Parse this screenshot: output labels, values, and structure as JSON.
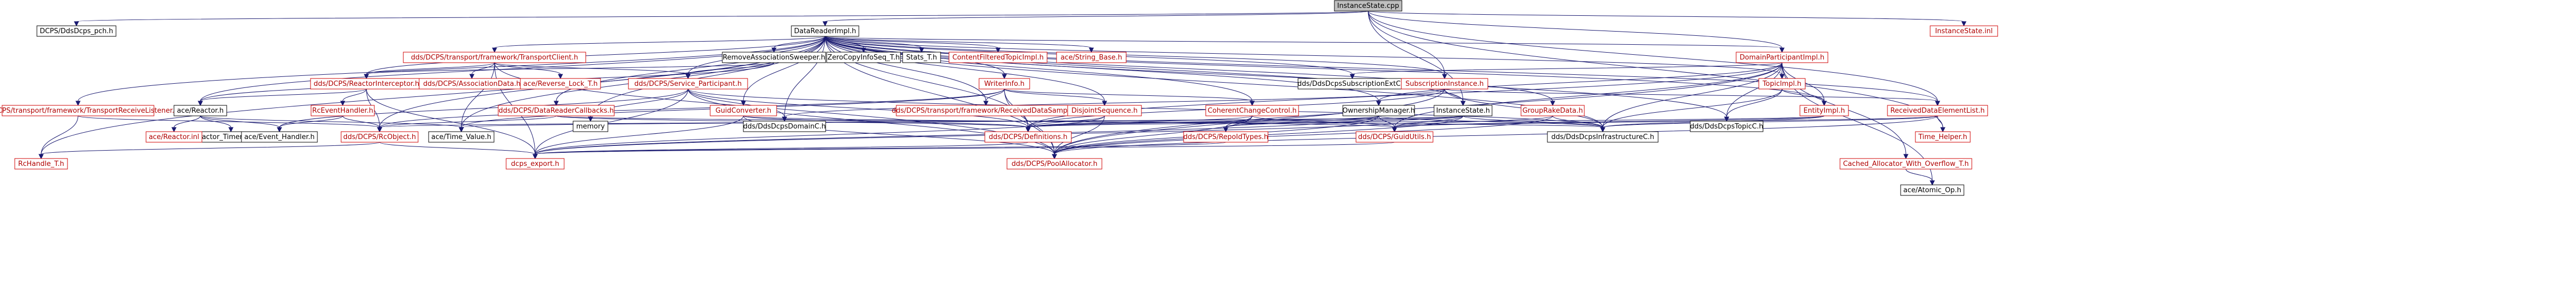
{
  "diagram": {
    "type": "include-dependency-graph",
    "colors": {
      "edge": "#191970",
      "root_fill": "#bfbfbf",
      "node_border": "#000000",
      "missing_node_border": "#d00000",
      "missing_node_text": "#b00000"
    },
    "root": "InstanceState.cpp",
    "nodes": [
      {
        "id": "root",
        "label": "InstanceState.cpp",
        "kind": "root"
      },
      {
        "id": "pch",
        "label": "DCPS/DdsDcps_pch.h",
        "kind": "normal"
      },
      {
        "id": "dri",
        "label": "DataReaderImpl.h",
        "kind": "normal"
      },
      {
        "id": "isinl",
        "label": "InstanceState.inl",
        "kind": "missing"
      },
      {
        "id": "tc",
        "label": "dds/DCPS/transport/framework/TransportClient.h",
        "kind": "missing"
      },
      {
        "id": "ras",
        "label": "RemoveAssociationSweeper.h",
        "kind": "normal"
      },
      {
        "id": "zc",
        "label": "ZeroCopyInfoSeq_T.h",
        "kind": "normal"
      },
      {
        "id": "stats",
        "label": "Stats_T.h",
        "kind": "normal"
      },
      {
        "id": "cft",
        "label": "ContentFilteredTopicImpl.h",
        "kind": "missing"
      },
      {
        "id": "tmb",
        "label": "ace/String_Base.h",
        "kind": "missing"
      },
      {
        "id": "dpi",
        "label": "DomainParticipantImpl.h",
        "kind": "missing"
      },
      {
        "id": "rii",
        "label": "dds/DCPS/ReactorInterceptor.h",
        "kind": "missing"
      },
      {
        "id": "ad",
        "label": "dds/DCPS/AssociationData.h",
        "kind": "missing"
      },
      {
        "id": "rlt",
        "label": "ace/Reverse_Lock_T.h",
        "kind": "missing"
      },
      {
        "id": "sp",
        "label": "dds/DCPS/Service_Participant.h",
        "kind": "missing"
      },
      {
        "id": "ext",
        "label": "dds/DdsDcpsSubscriptionExtC.h",
        "kind": "normal"
      },
      {
        "id": "wi",
        "label": "WriterInfo.h",
        "kind": "missing"
      },
      {
        "id": "si",
        "label": "SubscriptionInstance.h",
        "kind": "missing"
      },
      {
        "id": "ti",
        "label": "TopicImpl.h",
        "kind": "missing"
      },
      {
        "id": "tcc",
        "label": "dds/DdsDcpsTopicC.h",
        "kind": "normal"
      },
      {
        "id": "ei",
        "label": "EntityImpl.h",
        "kind": "missing"
      },
      {
        "id": "trl",
        "label": "dds/DCPS/transport/framework/TransportReceiveListener.h",
        "kind": "missing"
      },
      {
        "id": "reactor",
        "label": "ace/Reactor.h",
        "kind": "normal"
      },
      {
        "id": "reh",
        "label": "RcEventHandler.h",
        "kind": "missing"
      },
      {
        "id": "drc",
        "label": "dds/DCPS/DataReaderCallbacks.h",
        "kind": "missing"
      },
      {
        "id": "mem",
        "label": "memory",
        "kind": "normal"
      },
      {
        "id": "gc",
        "label": "GuidConverter.h",
        "kind": "missing"
      },
      {
        "id": "dcc",
        "label": "dds/DdsDcpsDomainC.h",
        "kind": "normal"
      },
      {
        "id": "rds",
        "label": "dds/DCPS/transport/framework/ReceivedDataSample.h",
        "kind": "missing"
      },
      {
        "id": "ds",
        "label": "DisjointSequence.h",
        "kind": "missing"
      },
      {
        "id": "ccc",
        "label": "CoherentChangeControl.h",
        "kind": "missing"
      },
      {
        "id": "om",
        "label": "OwnershipManager.h",
        "kind": "normal"
      },
      {
        "id": "ish",
        "label": "InstanceState.h",
        "kind": "normal"
      },
      {
        "id": "gfd",
        "label": "GroupRakeData.h",
        "kind": "missing"
      },
      {
        "id": "rdel",
        "label": "ReceivedDataElementList.h",
        "kind": "missing"
      },
      {
        "id": "th",
        "label": "Time_Helper.h",
        "kind": "missing"
      },
      {
        "id": "art",
        "label": "ace/Reactor_Timer_Interface.h",
        "kind": "normal"
      },
      {
        "id": "rinl",
        "label": "ace/Reactor.inl",
        "kind": "missing"
      },
      {
        "id": "aeh",
        "label": "ace/Event_Handler.h",
        "kind": "normal"
      },
      {
        "id": "tv",
        "label": "ace/Time_Value.h",
        "kind": "normal"
      },
      {
        "id": "rcobj",
        "label": "dds/DCPS/RcObject.h",
        "kind": "missing"
      },
      {
        "id": "defs",
        "label": "dds/DCPS/Definitions.h",
        "kind": "missing"
      },
      {
        "id": "rt",
        "label": "dds/DCPS/RepoIdTypes.h",
        "kind": "missing"
      },
      {
        "id": "gu",
        "label": "dds/DCPS/GuidUtils.h",
        "kind": "missing"
      },
      {
        "id": "isc",
        "label": "dds/DdsDcpsInfrastructureC.h",
        "kind": "normal"
      },
      {
        "id": "rht",
        "label": "RcHandle_T.h",
        "kind": "missing"
      },
      {
        "id": "export",
        "label": "dcps_export.h",
        "kind": "missing"
      },
      {
        "id": "pa",
        "label": "dds/DCPS/PoolAllocator.h",
        "kind": "missing"
      },
      {
        "id": "caw",
        "label": "Cached_Allocator_With_Overflow_T.h",
        "kind": "missing"
      },
      {
        "id": "ao",
        "label": "ace/Atomic_Op.h",
        "kind": "normal"
      }
    ],
    "edges": [
      [
        "root",
        "pch"
      ],
      [
        "root",
        "dri"
      ],
      [
        "root",
        "isinl"
      ],
      [
        "root",
        "si"
      ],
      [
        "root",
        "ish"
      ],
      [
        "root",
        "dpi"
      ],
      [
        "root",
        "rdel"
      ],
      [
        "root",
        "th"
      ],
      [
        "dri",
        "tc"
      ],
      [
        "dri",
        "ras"
      ],
      [
        "dri",
        "zc"
      ],
      [
        "dri",
        "stats"
      ],
      [
        "dri",
        "cft"
      ],
      [
        "dri",
        "tmb"
      ],
      [
        "dri",
        "dpi"
      ],
      [
        "dri",
        "ext"
      ],
      [
        "dri",
        "wi"
      ],
      [
        "dri",
        "si"
      ],
      [
        "dri",
        "ti"
      ],
      [
        "dri",
        "tcc"
      ],
      [
        "dri",
        "ei"
      ],
      [
        "dri",
        "reactor"
      ],
      [
        "dri",
        "rcobj"
      ],
      [
        "dri",
        "rht"
      ],
      [
        "dri",
        "rii"
      ],
      [
        "dri",
        "sp"
      ],
      [
        "dri",
        "drc"
      ],
      [
        "dri",
        "gc"
      ],
      [
        "dri",
        "mem"
      ],
      [
        "dri",
        "dcc"
      ],
      [
        "dri",
        "rds"
      ],
      [
        "dri",
        "ds"
      ],
      [
        "dri",
        "ccc"
      ],
      [
        "dri",
        "om"
      ],
      [
        "dri",
        "ish"
      ],
      [
        "dri",
        "gfd"
      ],
      [
        "dri",
        "rdel"
      ],
      [
        "dri",
        "pa"
      ],
      [
        "dri",
        "trl"
      ],
      [
        "dri",
        "tv"
      ],
      [
        "dri",
        "isc"
      ],
      [
        "dri",
        "defs"
      ],
      [
        "tc",
        "rii"
      ],
      [
        "tc",
        "ad"
      ],
      [
        "tc",
        "rlt"
      ],
      [
        "tc",
        "sp"
      ],
      [
        "tc",
        "tv"
      ],
      [
        "tc",
        "export"
      ],
      [
        "tc",
        "pa"
      ],
      [
        "ras",
        "rii"
      ],
      [
        "ras",
        "sp"
      ],
      [
        "ras",
        "reactor"
      ],
      [
        "rii",
        "reactor"
      ],
      [
        "rii",
        "reh"
      ],
      [
        "rii",
        "rcobj"
      ],
      [
        "rii",
        "export"
      ],
      [
        "reh",
        "aeh"
      ],
      [
        "reh",
        "rcobj"
      ],
      [
        "reactor",
        "art"
      ],
      [
        "reactor",
        "rinl"
      ],
      [
        "reactor",
        "aeh"
      ],
      [
        "reactor",
        "tv"
      ],
      [
        "sp",
        "mem"
      ],
      [
        "sp",
        "dcc"
      ],
      [
        "sp",
        "defs"
      ],
      [
        "sp",
        "aeh"
      ],
      [
        "sp",
        "export"
      ],
      [
        "sp",
        "isc"
      ],
      [
        "sp",
        "pa"
      ],
      [
        "drc",
        "rcobj"
      ],
      [
        "drc",
        "defs"
      ],
      [
        "drc",
        "isc"
      ],
      [
        "gc",
        "defs"
      ],
      [
        "gc",
        "gu"
      ],
      [
        "gc",
        "export"
      ],
      [
        "gc",
        "pa"
      ],
      [
        "wi",
        "rds"
      ],
      [
        "wi",
        "ds"
      ],
      [
        "wi",
        "ccc"
      ],
      [
        "wi",
        "rcobj"
      ],
      [
        "wi",
        "defs"
      ],
      [
        "wi",
        "tv"
      ],
      [
        "wi",
        "pa"
      ],
      [
        "ds",
        "defs"
      ],
      [
        "ds",
        "export"
      ],
      [
        "ds",
        "pa"
      ],
      [
        "ccc",
        "defs"
      ],
      [
        "ccc",
        "rt"
      ],
      [
        "ccc",
        "gu"
      ],
      [
        "ccc",
        "pa"
      ],
      [
        "om",
        "defs"
      ],
      [
        "om",
        "rt"
      ],
      [
        "om",
        "gu"
      ],
      [
        "om",
        "isc"
      ],
      [
        "om",
        "export"
      ],
      [
        "om",
        "pa"
      ],
      [
        "ish",
        "defs"
      ],
      [
        "ish",
        "rt"
      ],
      [
        "ish",
        "gu"
      ],
      [
        "ish",
        "isc"
      ],
      [
        "ish",
        "tv"
      ],
      [
        "ish",
        "rcobj"
      ],
      [
        "ish",
        "export"
      ],
      [
        "ish",
        "pa"
      ],
      [
        "si",
        "ish"
      ],
      [
        "si",
        "rdel"
      ],
      [
        "si",
        "defs"
      ],
      [
        "si",
        "isc"
      ],
      [
        "si",
        "dcc"
      ],
      [
        "si",
        "pa"
      ],
      [
        "gfd",
        "gu"
      ],
      [
        "gfd",
        "isc"
      ],
      [
        "gfd",
        "pa"
      ],
      [
        "rdel",
        "gu"
      ],
      [
        "rdel",
        "isc"
      ],
      [
        "rdel",
        "th"
      ],
      [
        "rdel",
        "pa"
      ],
      [
        "dpi",
        "ti"
      ],
      [
        "dpi",
        "tcc"
      ],
      [
        "dpi",
        "ei"
      ],
      [
        "dpi",
        "om"
      ],
      [
        "dpi",
        "gu"
      ],
      [
        "dpi",
        "isc"
      ],
      [
        "dpi",
        "caw"
      ],
      [
        "dpi",
        "pa"
      ],
      [
        "dpi",
        "ao"
      ],
      [
        "dpi",
        "ext"
      ],
      [
        "dpi",
        "defs"
      ],
      [
        "ti",
        "tcc"
      ],
      [
        "ti",
        "ei"
      ],
      [
        "ti",
        "isc"
      ],
      [
        "ei",
        "gu"
      ],
      [
        "ei",
        "isc"
      ],
      [
        "ei",
        "defs"
      ],
      [
        "trl",
        "rht"
      ],
      [
        "trl",
        "rcobj"
      ],
      [
        "rcobj",
        "rht"
      ],
      [
        "rcobj",
        "export"
      ],
      [
        "caw",
        "ao"
      ],
      [
        "rt",
        "export"
      ],
      [
        "gu",
        "export"
      ],
      [
        "defs",
        "export"
      ]
    ]
  }
}
